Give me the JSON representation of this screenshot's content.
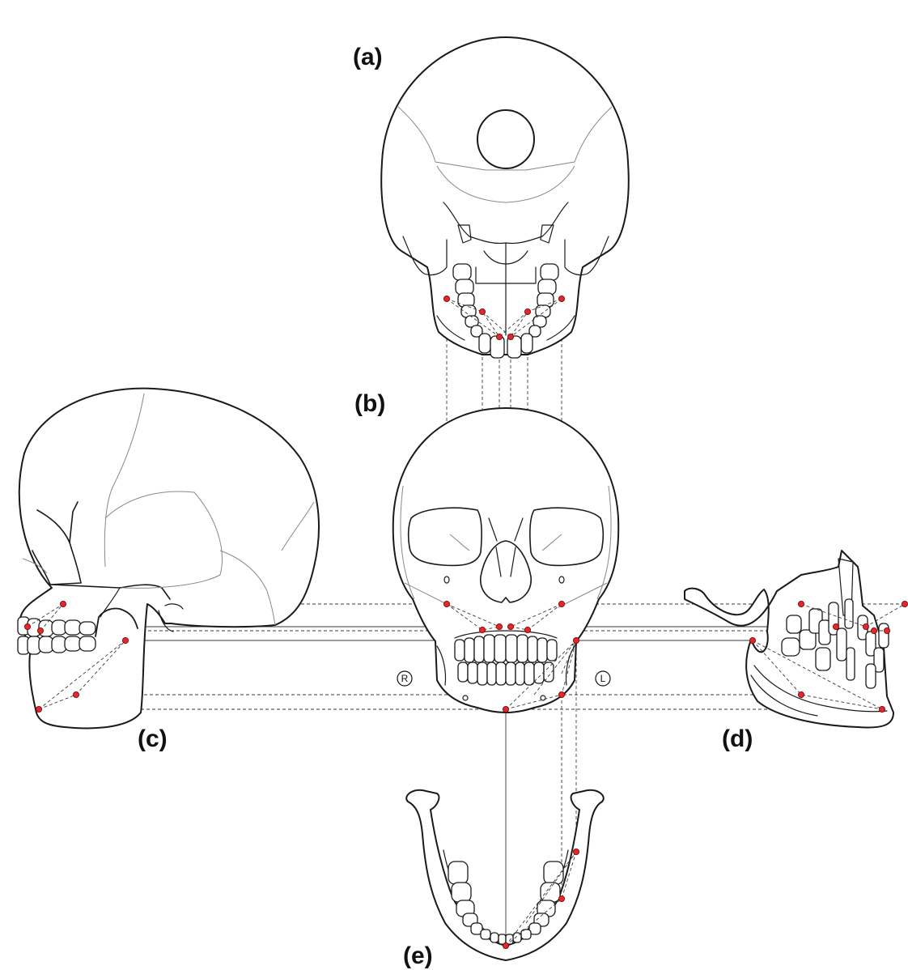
{
  "panels": {
    "a": {
      "label": "(a)"
    },
    "b": {
      "label": "(b)"
    },
    "c": {
      "label": "(c)"
    },
    "d": {
      "label": "(d)"
    },
    "e": {
      "label": "(e)"
    }
  },
  "side_markers": {
    "right": "R",
    "left": "L"
  },
  "colors": {
    "landmark": "#e0282e",
    "line": "#1a1a1a",
    "suture": "#888888",
    "guide": "#3a3a3a"
  },
  "icons": [
    "skull-inferior-view",
    "skull-frontal-view",
    "skull-lateral-view",
    "mandible-lateral-view",
    "mandible-superior-view",
    "landmark-dot"
  ]
}
